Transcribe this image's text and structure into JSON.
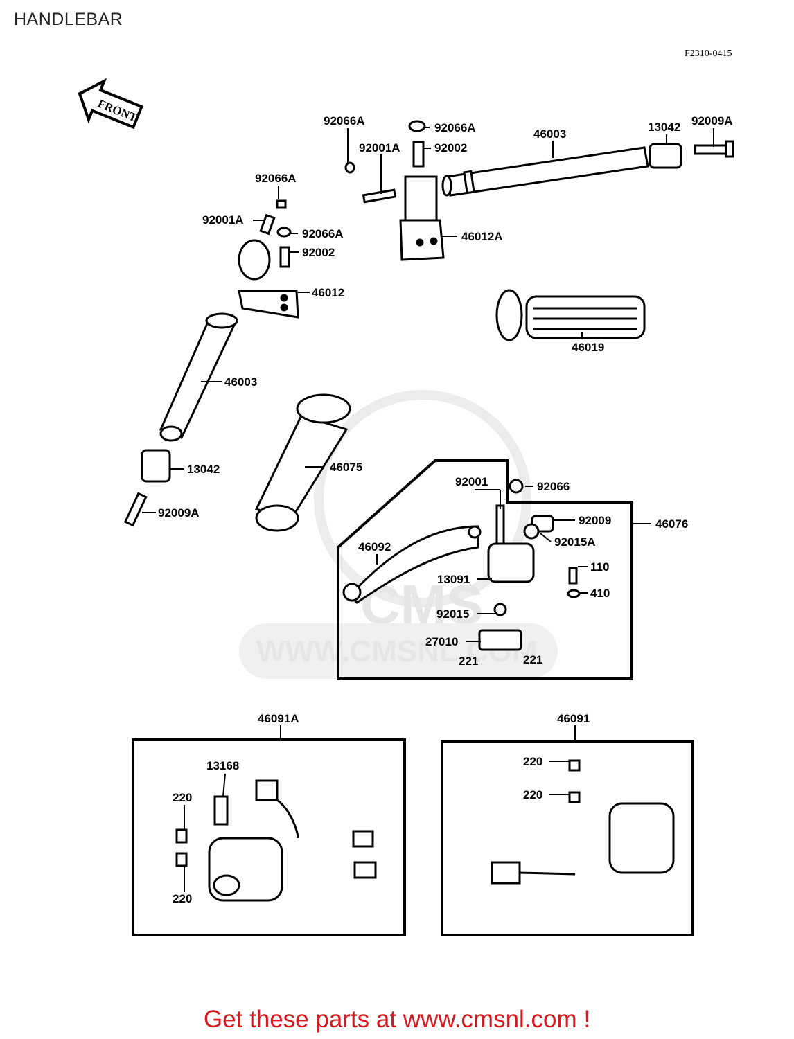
{
  "title": "HANDLEBAR",
  "figure_code": "F2310-0415",
  "front_arrow_text": "FRONT",
  "watermark": {
    "logo": "CMS",
    "url": "WWW.CMSNL.COM"
  },
  "banner": "Get these parts at www.cmsnl.com !",
  "labels": {
    "l_92066A_top_left": "92066A",
    "l_92066A_top": "92066A",
    "l_92001A_top": "92001A",
    "l_92002_top": "92002",
    "l_46003_top": "46003",
    "l_13042_top": "13042",
    "l_92009A_top": "92009A",
    "l_46012A": "46012A",
    "l_92066A_left1": "92066A",
    "l_92001A_left": "92001A",
    "l_92066A_left2": "92066A",
    "l_92002_left": "92002",
    "l_46012": "46012",
    "l_46019": "46019",
    "l_46003_left": "46003",
    "l_46075": "46075",
    "l_13042_left": "13042",
    "l_92009A_left": "92009A",
    "l_92001": "92001",
    "l_92066": "92066",
    "l_92009": "92009",
    "l_46076": "46076",
    "l_92015A": "92015A",
    "l_46092": "46092",
    "l_110": "110",
    "l_13091": "13091",
    "l_410": "410",
    "l_92015": "92015",
    "l_27010": "27010",
    "l_221a": "221",
    "l_221b": "221",
    "l_46091A": "46091A",
    "l_46091": "46091",
    "l_13168": "13168",
    "l_220_a": "220",
    "l_220_b": "220",
    "l_220_c": "220",
    "l_220_d": "220"
  },
  "colors": {
    "banner": "#d71920",
    "ink": "#000000",
    "watermark": "#e6e6e6"
  }
}
